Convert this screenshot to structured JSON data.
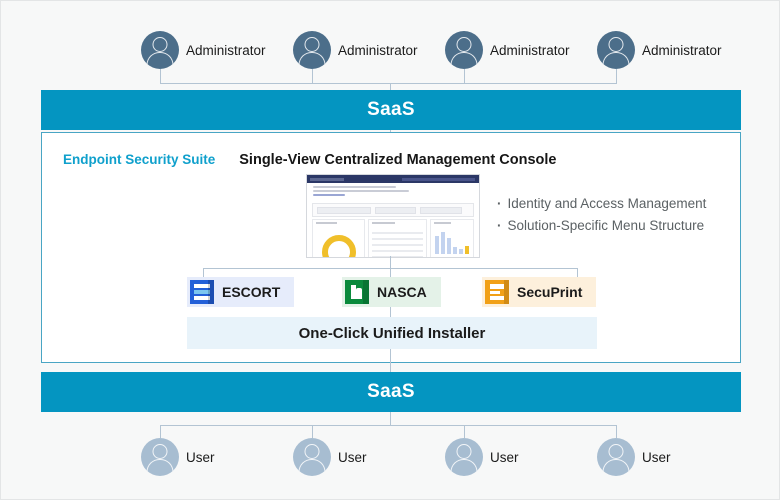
{
  "diagram": {
    "background_color": "#f7f8f8",
    "accent_color": "#0495c1",
    "connector_color": "#b3c4d3"
  },
  "top_actors": {
    "role_label": "Administrator",
    "count": 4,
    "items": [
      {
        "label": "Administrator"
      },
      {
        "label": "Administrator"
      },
      {
        "label": "Administrator"
      },
      {
        "label": "Administrator"
      }
    ]
  },
  "saas_top": {
    "label": "SaaS"
  },
  "saas_bottom": {
    "label": "SaaS"
  },
  "panel": {
    "suite_tag": "Endpoint Security Suite",
    "title": "Single-View Centralized Management Console",
    "suite_tag_color": "#0fa0cc",
    "border_color": "#49a5c4",
    "bullets": [
      "Identity and Access Management",
      "Solution-Specific Menu Structure"
    ],
    "products": [
      {
        "name": "ESCORT",
        "icon": "escort-bars-icon",
        "icon_color": "#2360d8",
        "chip_color": "#e6ecfb"
      },
      {
        "name": "NASCA",
        "icon": "nasca-letter-n-icon",
        "icon_color": "#0a8a3c",
        "chip_color": "#e4f2e8"
      },
      {
        "name": "SecuPrint",
        "icon": "secuprint-doc-icon",
        "icon_color": "#f1a017",
        "chip_color": "#fdf0dc"
      }
    ],
    "installer": {
      "label": "One-Click Unified Installer",
      "color": "#e8f3fa"
    },
    "dashboard_thumbnail": {
      "name": "management-console-screenshot"
    }
  },
  "bottom_actors": {
    "role_label": "User",
    "count": 4,
    "items": [
      {
        "label": "User"
      },
      {
        "label": "User"
      },
      {
        "label": "User"
      },
      {
        "label": "User"
      }
    ]
  }
}
